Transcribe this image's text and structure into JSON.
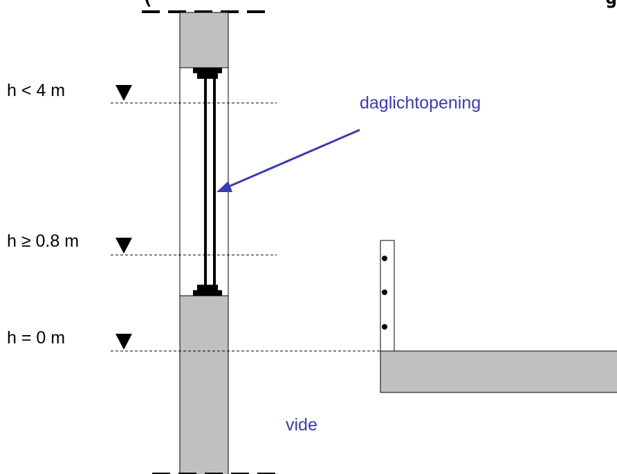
{
  "diagram": {
    "top_fragment": "(",
    "top_fragment_right": "g",
    "levels": [
      {
        "label": "h < 4 m"
      },
      {
        "label": "h ≥ 0.8 m"
      },
      {
        "label": "h = 0 m"
      }
    ],
    "window_label": "daglichtopening",
    "void_label": "vide",
    "colors": {
      "wall_fill": "#c0c0c0",
      "stroke": "#000000",
      "accent": "#3b3bb0"
    }
  }
}
